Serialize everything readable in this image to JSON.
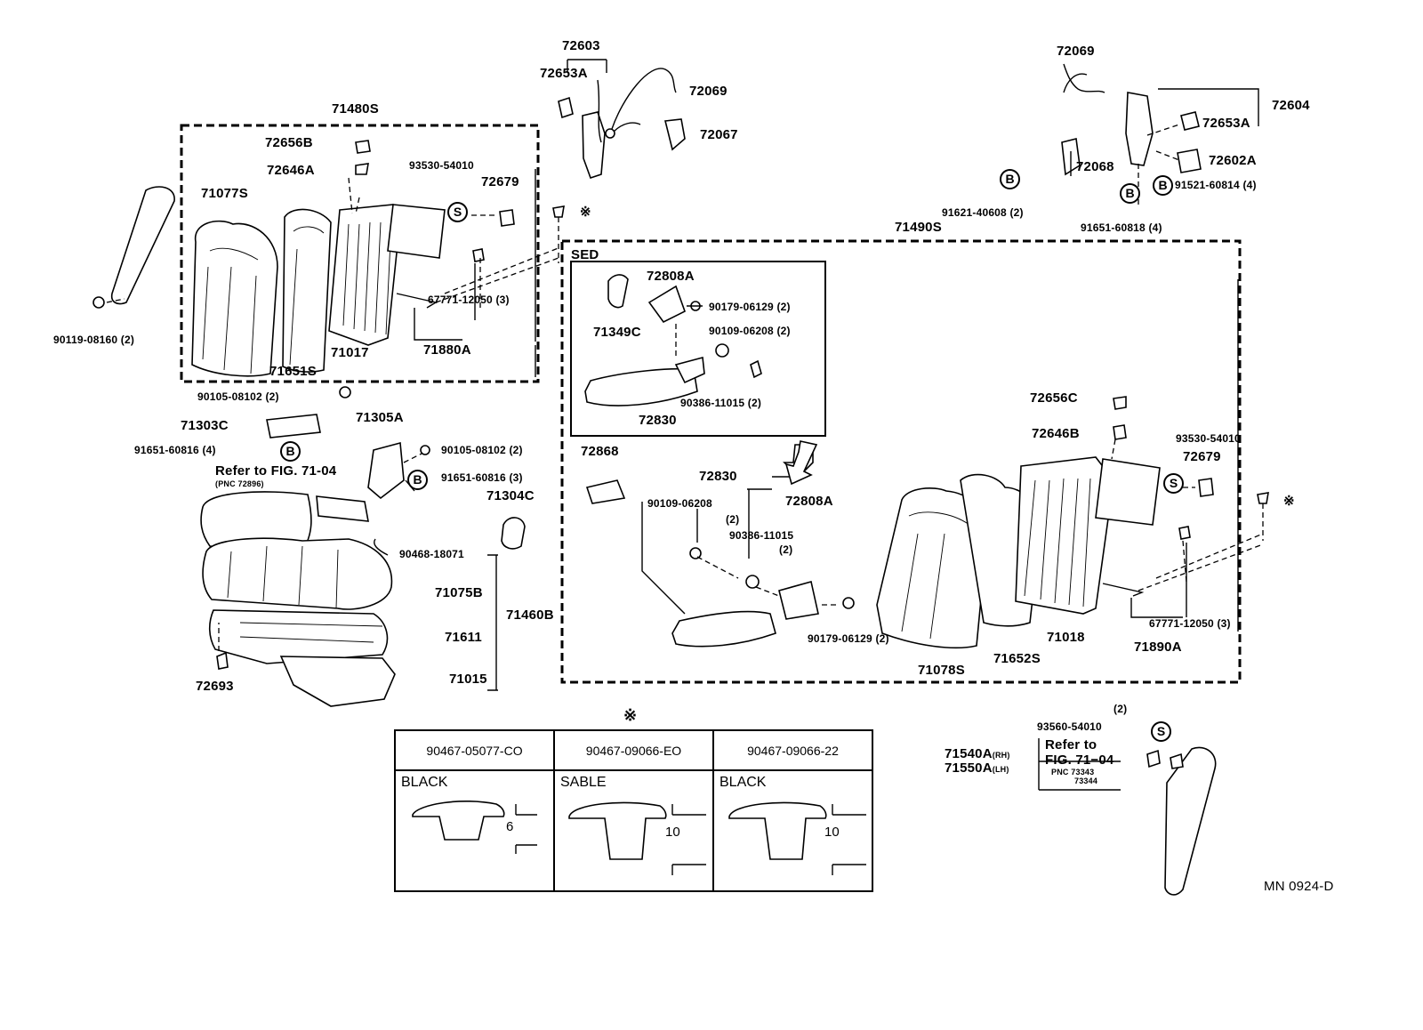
{
  "diagram": {
    "code": "MN 0924-D",
    "asterisk": "※",
    "parts": {
      "p72603": "72603",
      "p72653A_top": "72653A",
      "p72069_top": "72069",
      "p72067": "72067",
      "p72069_right": "72069",
      "p72604": "72604",
      "p72653A_right": "72653A",
      "p72068": "72068",
      "p72602A": "72602A",
      "p91521": "91521-60814 (4)",
      "p91621": "91621-40608 (2)",
      "p91651_top": "91651-60818 (4)",
      "p71490S": "71490S",
      "p71480S": "71480S",
      "p72656B": "72656B",
      "p72646A": "72646A",
      "p93530_left": "93530-54010",
      "p72679_left": "72679",
      "p71077S": "71077S",
      "p67771_left": "67771-12050 (3)",
      "p71017": "71017",
      "p71880A": "71880A",
      "p71651S": "71651S",
      "p90119": "90119-08160 (2)",
      "p90105_a": "90105-08102 (2)",
      "p71303C": "71303C",
      "p91651_b": "91651-60816 (4)",
      "p71305A": "71305A",
      "p90105_b": "90105-08102 (2)",
      "p91651_c": "91651-60816 (3)",
      "refer_fig_left": "Refer to FIG. 71-04",
      "refer_pnc_left": "(PNC 72896)",
      "p71304C": "71304C",
      "p90468": "90468-18071",
      "p71075B": "71075B",
      "p71460B": "71460B",
      "p71611": "71611",
      "p71015": "71015",
      "p72693": "72693",
      "sed": "SED",
      "p72808A_top": "72808A",
      "p90179_top": "90179-06129 (2)",
      "p71349C": "71349C",
      "p90109_top": "90109-06208 (2)",
      "p90386_top": "90386-11015 (2)",
      "p72830_top": "72830",
      "p72868": "72868",
      "p72830_mid": "72830",
      "p90109_mid": "90109-06208",
      "p90109_mid_qty": "(2)",
      "p72808A_mid": "72808A",
      "p90386_mid": "90386-11015",
      "p90386_mid_qty": "(2)",
      "p90179_mid": "90179-06129 (2)",
      "p72656C": "72656C",
      "p72646B": "72646B",
      "p93530_right": "93530-54010",
      "p72679_right": "72679",
      "p71018": "71018",
      "p67771_right": "67771-12050 (3)",
      "p71890A": "71890A",
      "p71078S": "71078S",
      "p71652S": "71652S",
      "qty_93560": "(2)",
      "p93560": "93560-54010",
      "p71540A": "71540A",
      "rh": "(RH)",
      "p71550A": "71550A",
      "lh": "(LH)",
      "refer_to": "Refer to",
      "refer_fig_right": "FIG. 71−04",
      "refer_pnc_right_1": "PNC 73343",
      "refer_pnc_right_2": "73344"
    },
    "badges": {
      "b": "B",
      "s": "S"
    }
  },
  "legend_table": {
    "headers": [
      "90467-05077-CO",
      "90467-09066-EO",
      "90467-09066-22"
    ],
    "colors": [
      "BLACK",
      "SABLE",
      "BLACK"
    ],
    "sizes": [
      "6",
      "10",
      "10"
    ]
  }
}
